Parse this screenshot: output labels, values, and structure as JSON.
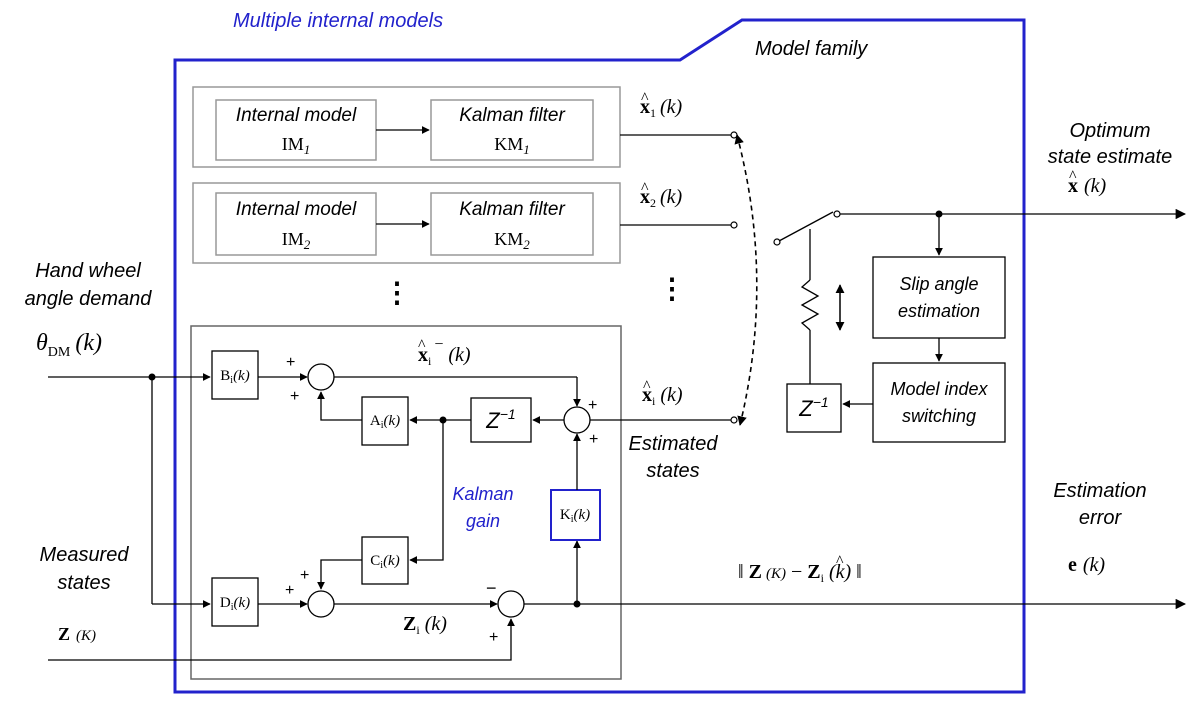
{
  "title": "Multiple internal models",
  "model_family": "Model family",
  "im_label": "Internal model",
  "kf_label": "Kalman filter",
  "im1": "IM",
  "im1_sub": "1",
  "km1": "KM",
  "km1_sub": "1",
  "im2": "IM",
  "im2_sub": "2",
  "km2": "KM",
  "km2_sub": "2",
  "x1_hat": "x",
  "x1_sub": "1",
  "x1_arg": "(k)",
  "x2_hat": "x",
  "x2_sub": "2",
  "x2_arg": "(k)",
  "dots": "⋮",
  "optimum_line1": "Optimum",
  "optimum_line2": "state estimate",
  "x_hat": "x",
  "x_hat_arg": "(k)",
  "hand_wheel_line1": "Hand wheel",
  "hand_wheel_line2": "angle demand",
  "theta": "θ",
  "theta_sub": "DM",
  "theta_arg": "(k)",
  "slip_line1": "Slip angle",
  "slip_line2": "estimation",
  "model_index_line1": "Model index",
  "model_index_line2": "switching",
  "z_inv": "Z",
  "z_inv_exp": "−1",
  "xi_minus": "x",
  "xi_minus_sub": "i",
  "xi_minus_sup": "−",
  "xi_minus_arg": "(k)",
  "xi": "x",
  "xi_sub": "i",
  "xi_arg": "(k)",
  "B": "B",
  "A": "A",
  "C": "C",
  "D": "D",
  "K": "K",
  "blk_sub": "i",
  "blk_arg": "(k)",
  "plus": "+",
  "minus": "−",
  "estimated_line1": "Estimated",
  "estimated_line2": "states",
  "kalman_gain_line1": "Kalman",
  "kalman_gain_line2": "gain",
  "estimation_error_line1": "Estimation",
  "estimation_error_line2": "error",
  "e": "e",
  "e_arg": "(k)",
  "norm_z": "Z",
  "norm_K": "(K)",
  "norm_minus": "−",
  "norm_zi": "Z",
  "norm_zi_sub": "i",
  "norm_zi_arg": "(k)",
  "measured_line1": "Measured",
  "measured_line2": "states",
  "z_meas": "Z",
  "z_meas_arg": "(K)",
  "zi": "Z",
  "zi_sub": "i",
  "zi_arg": "(k)",
  "colors": {
    "frame": "#2222cc",
    "box": "#999999",
    "line": "#000000"
  }
}
